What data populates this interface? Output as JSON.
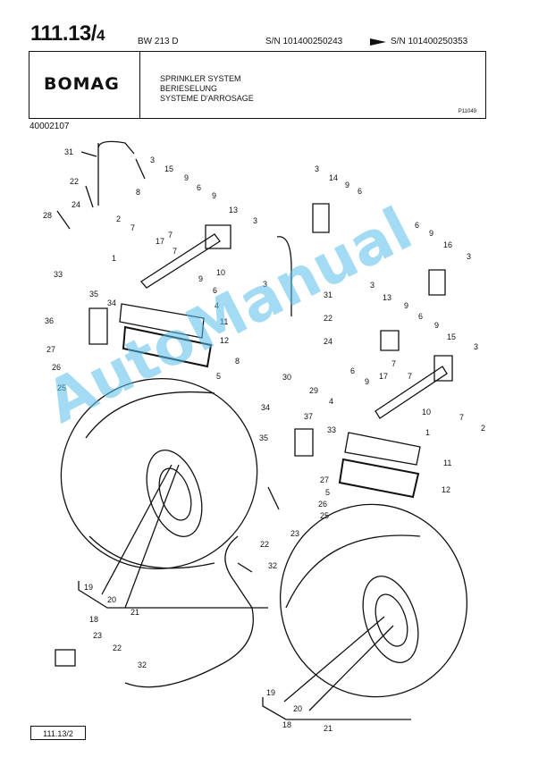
{
  "header": {
    "page_main": "111.13/",
    "page_sub": "4",
    "model": "BW 213 D",
    "sn_from": "S/N 101400250243",
    "sn_to": "S/N 101400250353"
  },
  "title_block": {
    "brand": "BOMAG",
    "title_en": "SPRINKLER SYSTEM",
    "title_de": "BERIESELUNG",
    "title_fr": "SYSTEME D'ARROSAGE",
    "picture_code": "P11049"
  },
  "doc_number": "40002107",
  "reference_box": "111.13/2",
  "watermark": "AutoManual",
  "part_labels": [
    "31",
    "3",
    "15",
    "22",
    "9",
    "6",
    "8",
    "24",
    "9",
    "2",
    "28",
    "7",
    "13",
    "3",
    "7",
    "17",
    "7",
    "1",
    "10",
    "33",
    "9",
    "6",
    "35",
    "4",
    "34",
    "36",
    "11",
    "27",
    "12",
    "26",
    "25",
    "3",
    "14",
    "9",
    "6",
    "3",
    "31",
    "22",
    "24",
    "5",
    "8",
    "30",
    "29",
    "34",
    "37",
    "35",
    "33",
    "27",
    "26",
    "5",
    "25",
    "23",
    "22",
    "32",
    "19",
    "20",
    "21",
    "18",
    "23",
    "22",
    "32",
    "19",
    "20",
    "21",
    "18",
    "6",
    "9",
    "16",
    "3",
    "3",
    "13",
    "9",
    "6",
    "9",
    "6",
    "9",
    "17",
    "7",
    "7",
    "15",
    "3",
    "10",
    "4",
    "1",
    "7",
    "2",
    "11",
    "12"
  ]
}
